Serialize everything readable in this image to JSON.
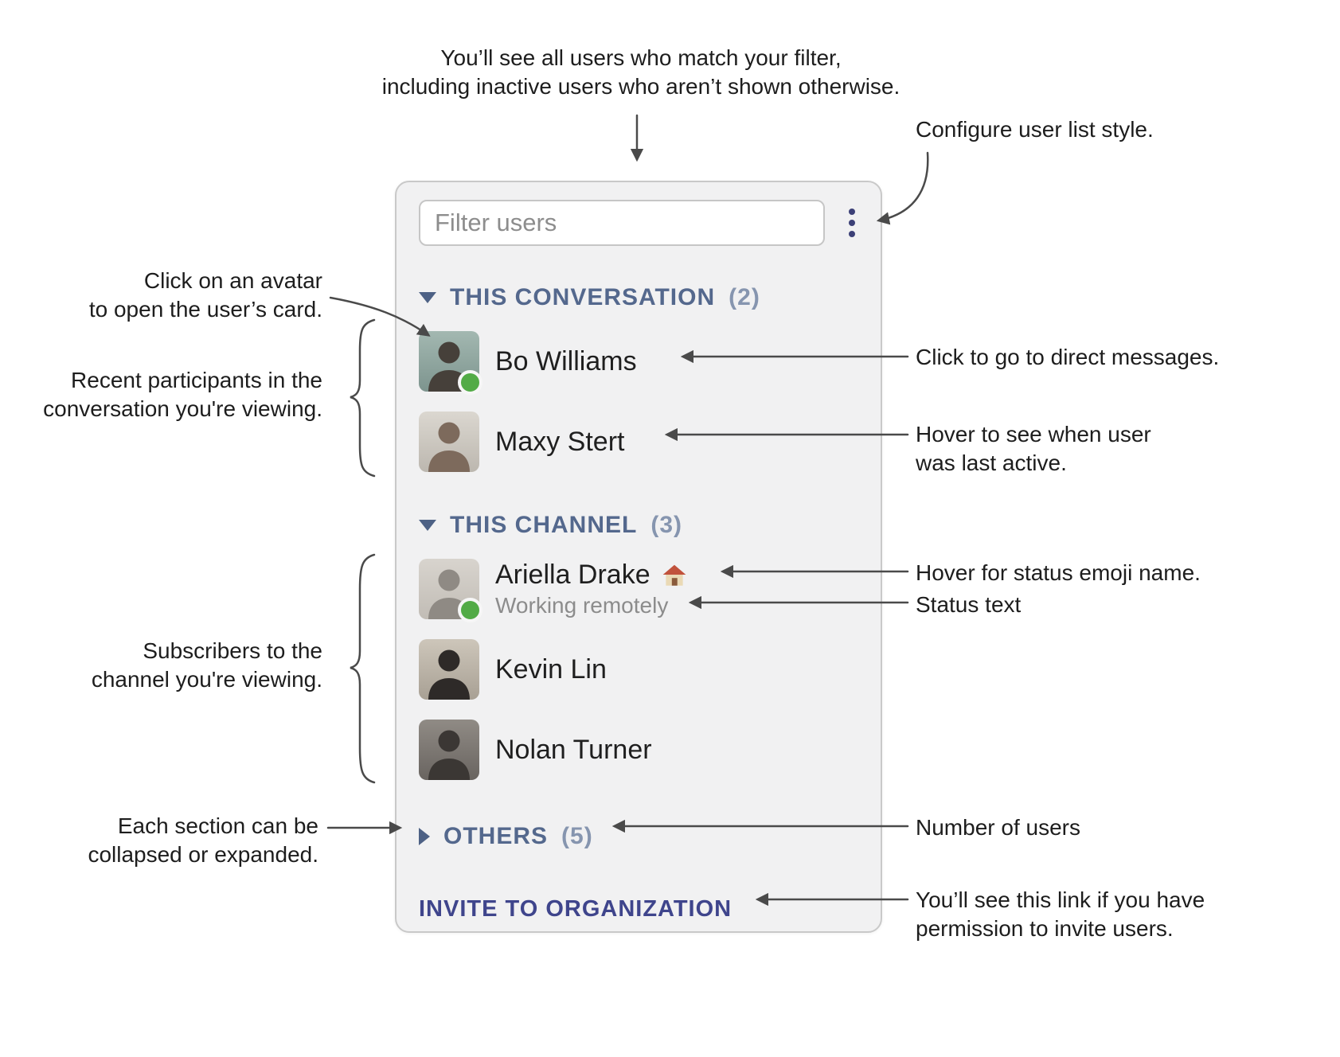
{
  "panel": {
    "filter": {
      "placeholder": "Filter users"
    },
    "sections": [
      {
        "title": "THIS CONVERSATION",
        "count": "(2)",
        "collapsed": false,
        "users": [
          {
            "name": "Bo Williams",
            "presence_dot": true
          },
          {
            "name": "Maxy Stert",
            "presence_dot": false
          }
        ]
      },
      {
        "title": "THIS CHANNEL",
        "count": "(3)",
        "collapsed": false,
        "users": [
          {
            "name": "Ariella Drake",
            "status_emoji": "🏠",
            "status_text": "Working remotely",
            "presence_dot": true
          },
          {
            "name": "Kevin Lin",
            "presence_dot": false
          },
          {
            "name": "Nolan Turner",
            "presence_dot": false
          }
        ]
      },
      {
        "title": "OTHERS",
        "count": "(5)",
        "collapsed": true,
        "users": []
      }
    ],
    "invite_link": "INVITE TO ORGANIZATION"
  },
  "annotations": {
    "top": {
      "lines": [
        "You’ll see all users who match your filter,",
        "including inactive users who aren’t shown otherwise."
      ]
    },
    "configure": "Configure user list style.",
    "avatar_card": {
      "lines": [
        "Click on an avatar",
        "to open the user’s card."
      ]
    },
    "recent_participants": {
      "lines": [
        "Recent participants in the",
        "conversation you're viewing."
      ]
    },
    "direct_messages": "Click to go to direct messages.",
    "last_active": {
      "lines": [
        "Hover to see when user",
        "was last active."
      ]
    },
    "emoji_name": "Hover for status emoji name.",
    "status_text": "Status text",
    "subscribers": {
      "lines": [
        "Subscribers to the",
        "channel you're viewing."
      ]
    },
    "collapse": {
      "lines": [
        "Each section can be",
        "collapsed or expanded."
      ]
    },
    "user_count": "Number of users",
    "invite": {
      "lines": [
        "You’ll see this link if you have",
        "permission to invite users."
      ]
    }
  },
  "icons": {
    "menu": "vertical-ellipsis",
    "section_expanded": "triangle-down",
    "section_collapsed": "triangle-right",
    "status_emoji": "house"
  },
  "colors": {
    "section_header": "#54688d",
    "section_count": "#8695af",
    "invite_link": "#3f458c",
    "presence_active": "#52ab46",
    "panel_background": "#f1f1f2",
    "annotation_line": "#4a4a4a"
  }
}
